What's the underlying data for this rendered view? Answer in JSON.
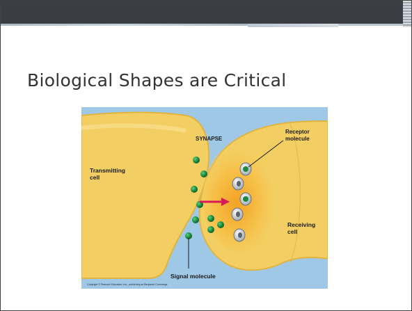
{
  "slide": {
    "title": "Biological Shapes are Critical"
  },
  "figure": {
    "labels": {
      "synapse": "SYNAPSE",
      "receptor_line1": "Receptor",
      "receptor_line2": "molecule",
      "transmitting_line1": "Transmitting",
      "transmitting_line2": "cell",
      "receiving_line1": "Receiving",
      "receiving_line2": "cell",
      "signal": "Signal molecule",
      "copyright": "Copyright © Pearson Education, Inc., publishing as Benjamin Cummings."
    },
    "colors": {
      "background": "#9fc8e6",
      "cell": "#f3cf63",
      "cell_edge": "#e0b441",
      "receptor_glow": "#f0a829",
      "signal_molecule": "#1e7d3a",
      "arrow": "#d7195a"
    }
  }
}
